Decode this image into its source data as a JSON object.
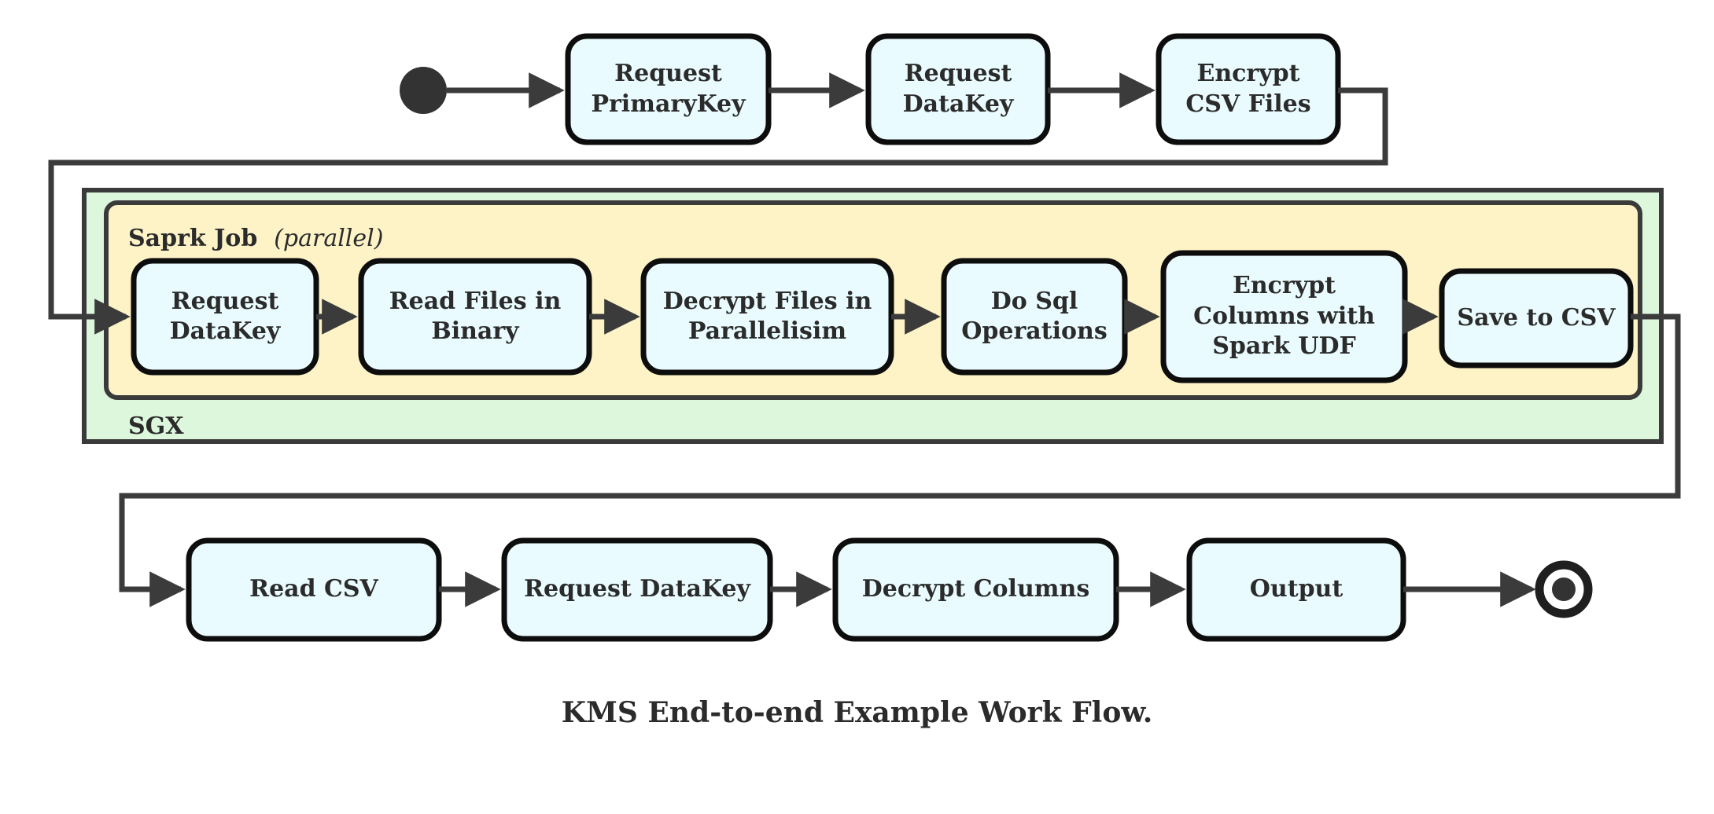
{
  "diagram": {
    "caption": "KMS End-to-end Example Work Flow.",
    "colors": {
      "node_fill": "#e9fbfe",
      "node_stroke": "#0d0d0d",
      "outer_container_fill": "#ddf7dd",
      "inner_container_fill": "#fdf3c6",
      "container_stroke": "#3a3a3a",
      "edge_stroke": "#3b3b3b",
      "text": "#2b2b2b",
      "background": "#ffffff"
    },
    "start_node": {
      "name": "start-node",
      "shape": "filled-circle"
    },
    "end_node": {
      "name": "end-node",
      "shape": "ring-with-filled-center"
    },
    "containers": [
      {
        "id": "sgx",
        "label": "SGX",
        "label_position": "bottom-left",
        "fill": "#ddf7dd"
      },
      {
        "id": "spark-job",
        "label": "Saprk Job",
        "qualifier": "(parallel)",
        "label_position": "top-left",
        "fill": "#fdf3c6"
      }
    ],
    "rows": {
      "top": {
        "nodes": [
          {
            "id": "request-primarykey",
            "label": "Request\nPrimaryKey"
          },
          {
            "id": "request-datakey-top",
            "label": "Request\nDataKey"
          },
          {
            "id": "encrypt-csv-files",
            "label": "Encrypt\nCSV Files"
          }
        ]
      },
      "spark": {
        "nodes": [
          {
            "id": "request-datakey-spark",
            "label": "Request\nDataKey"
          },
          {
            "id": "read-files-in-binary",
            "label": "Read Files in\nBinary"
          },
          {
            "id": "decrypt-files-in-parallelisim",
            "label": "Decrypt Files in\nParallelisim"
          },
          {
            "id": "do-sql-operations",
            "label": "Do Sql\nOperations"
          },
          {
            "id": "encrypt-columns-with-spark-udf",
            "label": "Encrypt\nColumns with\nSpark UDF"
          },
          {
            "id": "save-to-csv",
            "label": "Save to CSV"
          }
        ]
      },
      "bottom": {
        "nodes": [
          {
            "id": "read-csv",
            "label": "Read CSV"
          },
          {
            "id": "request-datakey-bottom",
            "label": "Request DataKey"
          },
          {
            "id": "decrypt-columns",
            "label": "Decrypt Columns"
          },
          {
            "id": "output",
            "label": "Output"
          }
        ]
      }
    },
    "edges": [
      {
        "from": "start-node",
        "to": "request-primarykey",
        "type": "straight"
      },
      {
        "from": "request-primarykey",
        "to": "request-datakey-top",
        "type": "straight"
      },
      {
        "from": "request-datakey-top",
        "to": "encrypt-csv-files",
        "type": "straight"
      },
      {
        "from": "encrypt-csv-files",
        "to": "request-datakey-spark",
        "type": "orthogonal-wrap-left"
      },
      {
        "from": "request-datakey-spark",
        "to": "read-files-in-binary",
        "type": "straight"
      },
      {
        "from": "read-files-in-binary",
        "to": "decrypt-files-in-parallelisim",
        "type": "straight"
      },
      {
        "from": "decrypt-files-in-parallelisim",
        "to": "do-sql-operations",
        "type": "straight"
      },
      {
        "from": "do-sql-operations",
        "to": "encrypt-columns-with-spark-udf",
        "type": "straight"
      },
      {
        "from": "encrypt-columns-with-spark-udf",
        "to": "save-to-csv",
        "type": "straight"
      },
      {
        "from": "save-to-csv",
        "to": "read-csv",
        "type": "orthogonal-wrap-right"
      },
      {
        "from": "read-csv",
        "to": "request-datakey-bottom",
        "type": "straight"
      },
      {
        "from": "request-datakey-bottom",
        "to": "decrypt-columns",
        "type": "straight"
      },
      {
        "from": "decrypt-columns",
        "to": "output",
        "type": "straight"
      },
      {
        "from": "output",
        "to": "end-node",
        "type": "straight"
      }
    ]
  }
}
